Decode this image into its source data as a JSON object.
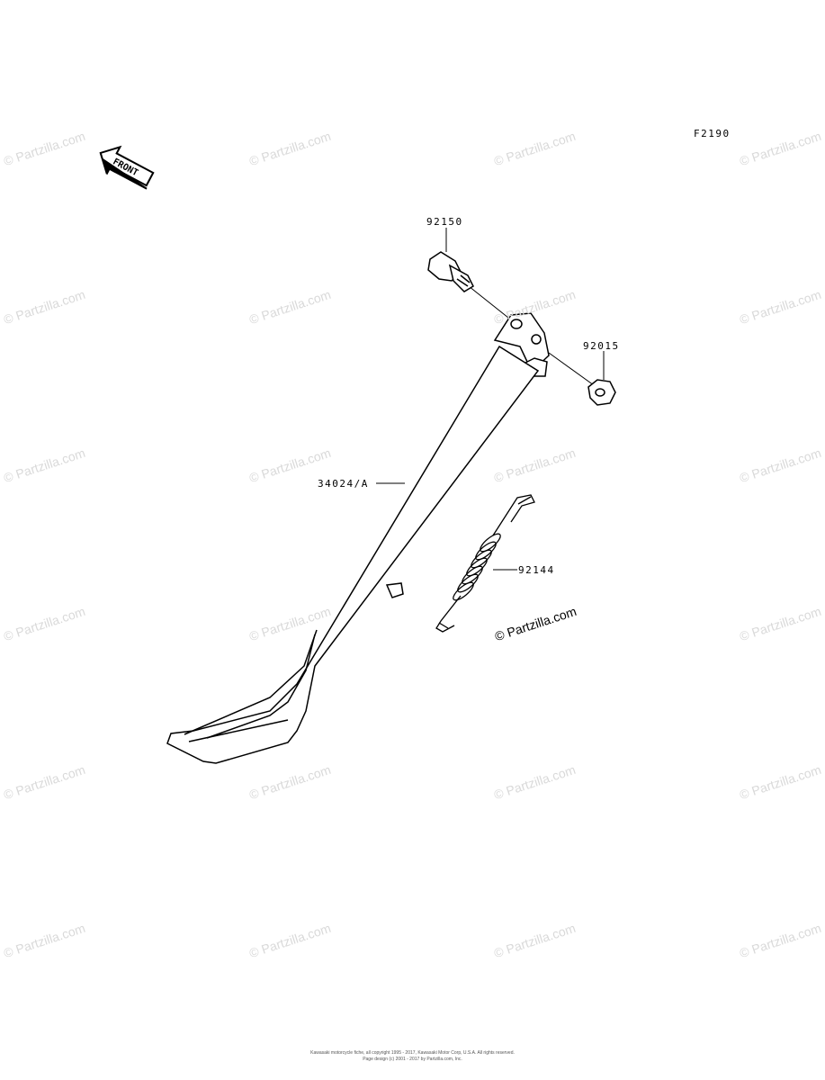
{
  "figure_code": "F2190",
  "front_label": "FRONT",
  "parts": [
    {
      "part_number": "92150"
    },
    {
      "part_number": "92015"
    },
    {
      "part_number": "34024/A"
    },
    {
      "part_number": "92144"
    }
  ],
  "watermark": "© Partzilla.com",
  "footer": {
    "line1": "Kawasaki motorcycle fiche, all copyright 1995 - 2017, Kawasaki Motor Corp, U.S.A. All rights reserved.",
    "line2": "Page design (c) 2001 - 2017 by Partzilla.com, Inc."
  }
}
